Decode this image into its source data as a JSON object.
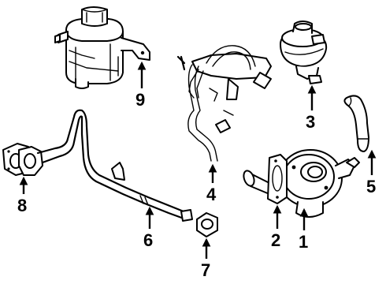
{
  "callouts": [
    {
      "number": "1",
      "part": "egr-valve"
    },
    {
      "number": "2",
      "part": "gasket"
    },
    {
      "number": "3",
      "part": "egr-modulator"
    },
    {
      "number": "4",
      "part": "vacuum-tube-bracket"
    },
    {
      "number": "5",
      "part": "vacuum-hose"
    },
    {
      "number": "6",
      "part": "egr-pipe"
    },
    {
      "number": "7",
      "part": "union-nut"
    },
    {
      "number": "8",
      "part": "pipe-gasket"
    },
    {
      "number": "9",
      "part": "vacuum-tank"
    }
  ],
  "colors": {
    "ink": "#000000",
    "paper": "#ffffff"
  }
}
